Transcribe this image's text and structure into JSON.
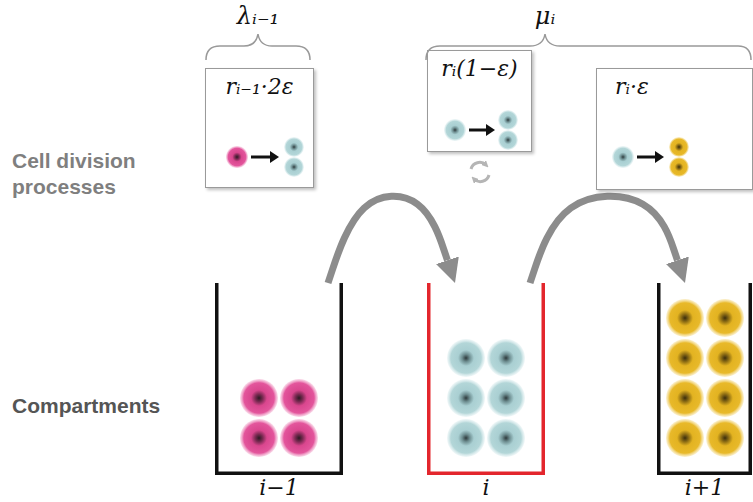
{
  "diagram": {
    "nodes": [
      {
        "text": [
          "rᵢ₋₁·2ε"
        ]
      },
      {
        "text": [
          "rᵢ(1−ε)"
        ]
      },
      {
        "text": [
          "rᵢ·ε"
        ]
      },
      {
        "text": [
          "i−1"
        ]
      },
      {
        "text": [
          "i"
        ]
      },
      {
        "text": [
          "i+1"
        ]
      }
    ],
    "edges": [
      {
        "from": 3,
        "to": 4,
        "arrow": "to"
      },
      {
        "from": 4,
        "to": 5,
        "arrow": "to"
      }
    ],
    "labels": [
      "λᵢ₋₁",
      "μᵢ",
      "Cell division processes",
      "Compartments"
    ]
  }
}
